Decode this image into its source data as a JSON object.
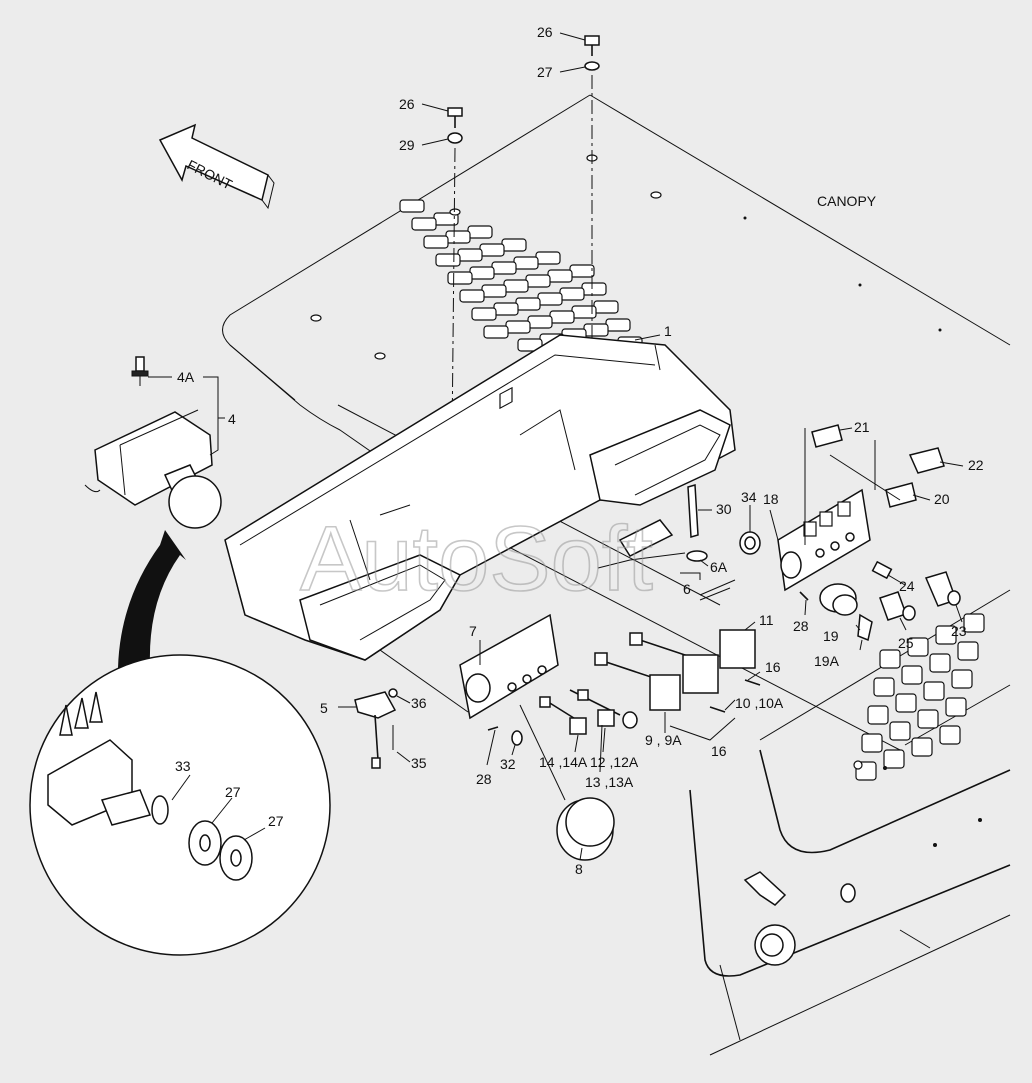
{
  "diagram": {
    "canopy_label": "CANOPY",
    "front_label": "FRONT",
    "watermark": "AutoSoft",
    "callouts": [
      {
        "id": "c26a",
        "text": "26"
      },
      {
        "id": "c27a",
        "text": "27"
      },
      {
        "id": "c26b",
        "text": "26"
      },
      {
        "id": "c29",
        "text": "29"
      },
      {
        "id": "c4a",
        "text": "4A"
      },
      {
        "id": "c4",
        "text": "4"
      },
      {
        "id": "c1",
        "text": "1"
      },
      {
        "id": "c21",
        "text": "21"
      },
      {
        "id": "c22",
        "text": "22"
      },
      {
        "id": "c20",
        "text": "20"
      },
      {
        "id": "c34",
        "text": "34"
      },
      {
        "id": "c18",
        "text": "18"
      },
      {
        "id": "c30",
        "text": "30"
      },
      {
        "id": "c6a",
        "text": "6A"
      },
      {
        "id": "c6",
        "text": "6"
      },
      {
        "id": "c24",
        "text": "24"
      },
      {
        "id": "c23",
        "text": "23"
      },
      {
        "id": "c25",
        "text": "25"
      },
      {
        "id": "c28a",
        "text": "28"
      },
      {
        "id": "c19",
        "text": "19"
      },
      {
        "id": "c19a",
        "text": "19A"
      },
      {
        "id": "c11",
        "text": "11"
      },
      {
        "id": "c16a",
        "text": "16"
      },
      {
        "id": "c10",
        "text": "10 ,10A"
      },
      {
        "id": "c7",
        "text": "7"
      },
      {
        "id": "c5",
        "text": "5"
      },
      {
        "id": "c36",
        "text": "36"
      },
      {
        "id": "c35",
        "text": "35"
      },
      {
        "id": "c28b",
        "text": "28"
      },
      {
        "id": "c32",
        "text": "32"
      },
      {
        "id": "c14",
        "text": "14 ,14A"
      },
      {
        "id": "c12",
        "text": "12 ,12A"
      },
      {
        "id": "c9",
        "text": "9 , 9A"
      },
      {
        "id": "c16b",
        "text": "16"
      },
      {
        "id": "c13",
        "text": "13 ,13A"
      },
      {
        "id": "c8",
        "text": "8"
      },
      {
        "id": "c33",
        "text": "33"
      },
      {
        "id": "c27b",
        "text": "27"
      },
      {
        "id": "c27c",
        "text": "27"
      }
    ]
  }
}
